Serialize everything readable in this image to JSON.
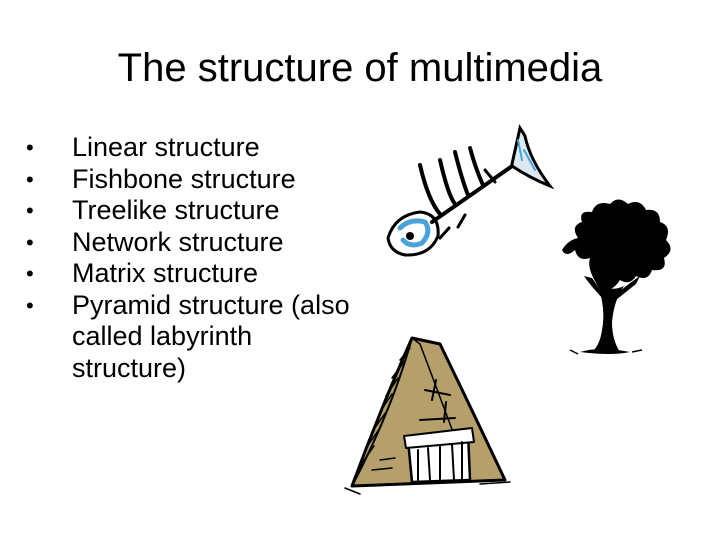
{
  "slide": {
    "title": "The structure of multimedia",
    "bullets": [
      {
        "marker": "•",
        "text": "Linear structure"
      },
      {
        "marker": "•",
        "text": "Fishbone structure"
      },
      {
        "marker": "•",
        "text": "Treelike structure"
      },
      {
        "marker": "•",
        "text": "Network structure"
      },
      {
        "marker": "•",
        "text": "Matrix structure"
      },
      {
        "marker": "•",
        "text": "Pyramid structure (also called labyrinth structure)"
      }
    ]
  },
  "illustrations": {
    "fishbone": {
      "icon": "fishbone-icon",
      "accent": "#4aa3d8"
    },
    "tree": {
      "icon": "tree-icon",
      "color": "#000000"
    },
    "pyramid": {
      "icon": "pyramid-icon",
      "fill": "#b59f6a"
    }
  }
}
